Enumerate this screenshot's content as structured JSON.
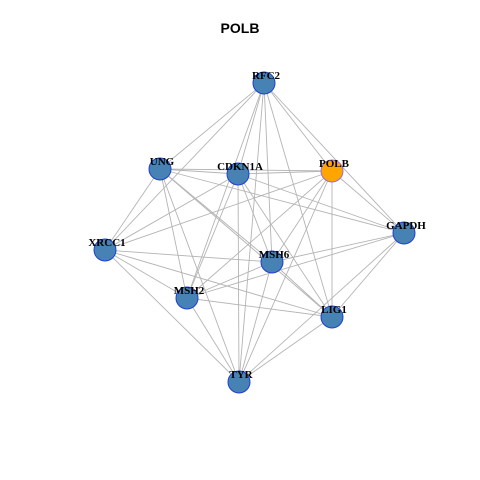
{
  "title": "POLB",
  "colors": {
    "node_default": "#4682b4",
    "node_query": "#ffa500",
    "node_border_default": "#1f3fd4",
    "node_border_query": "#9b6bd6",
    "edge": "#b4b4b4"
  },
  "nodes": [
    {
      "id": "RFC2",
      "label": "RFC2",
      "query": false
    },
    {
      "id": "UNG",
      "label": "UNG",
      "query": false
    },
    {
      "id": "CDKN1A",
      "label": "CDKN1A",
      "query": false
    },
    {
      "id": "POLB",
      "label": "POLB",
      "query": true
    },
    {
      "id": "GAPDH",
      "label": "GAPDH",
      "query": false
    },
    {
      "id": "XRCC1",
      "label": "XRCC1",
      "query": false
    },
    {
      "id": "MSH6",
      "label": "MSH6",
      "query": false
    },
    {
      "id": "MSH2",
      "label": "MSH2",
      "query": false
    },
    {
      "id": "LIG1",
      "label": "LIG1",
      "query": false
    },
    {
      "id": "TYR",
      "label": "TYR",
      "query": false
    }
  ],
  "edges": [
    [
      "RFC2",
      "UNG"
    ],
    [
      "RFC2",
      "CDKN1A"
    ],
    [
      "RFC2",
      "POLB"
    ],
    [
      "RFC2",
      "GAPDH"
    ],
    [
      "RFC2",
      "XRCC1"
    ],
    [
      "RFC2",
      "MSH6"
    ],
    [
      "RFC2",
      "MSH2"
    ],
    [
      "RFC2",
      "LIG1"
    ],
    [
      "RFC2",
      "TYR"
    ],
    [
      "UNG",
      "CDKN1A"
    ],
    [
      "UNG",
      "POLB"
    ],
    [
      "UNG",
      "GAPDH"
    ],
    [
      "UNG",
      "XRCC1"
    ],
    [
      "UNG",
      "MSH6"
    ],
    [
      "UNG",
      "MSH2"
    ],
    [
      "UNG",
      "LIG1"
    ],
    [
      "UNG",
      "TYR"
    ],
    [
      "CDKN1A",
      "POLB"
    ],
    [
      "CDKN1A",
      "GAPDH"
    ],
    [
      "CDKN1A",
      "XRCC1"
    ],
    [
      "CDKN1A",
      "MSH6"
    ],
    [
      "CDKN1A",
      "MSH2"
    ],
    [
      "CDKN1A",
      "LIG1"
    ],
    [
      "CDKN1A",
      "TYR"
    ],
    [
      "POLB",
      "GAPDH"
    ],
    [
      "POLB",
      "XRCC1"
    ],
    [
      "POLB",
      "MSH6"
    ],
    [
      "POLB",
      "MSH2"
    ],
    [
      "POLB",
      "LIG1"
    ],
    [
      "POLB",
      "TYR"
    ],
    [
      "GAPDH",
      "MSH6"
    ],
    [
      "GAPDH",
      "MSH2"
    ],
    [
      "GAPDH",
      "LIG1"
    ],
    [
      "GAPDH",
      "TYR"
    ],
    [
      "XRCC1",
      "MSH6"
    ],
    [
      "XRCC1",
      "MSH2"
    ],
    [
      "XRCC1",
      "LIG1"
    ],
    [
      "XRCC1",
      "TYR"
    ],
    [
      "MSH6",
      "MSH2"
    ],
    [
      "MSH6",
      "LIG1"
    ],
    [
      "MSH6",
      "TYR"
    ],
    [
      "MSH2",
      "LIG1"
    ],
    [
      "MSH2",
      "TYR"
    ],
    [
      "LIG1",
      "TYR"
    ]
  ]
}
